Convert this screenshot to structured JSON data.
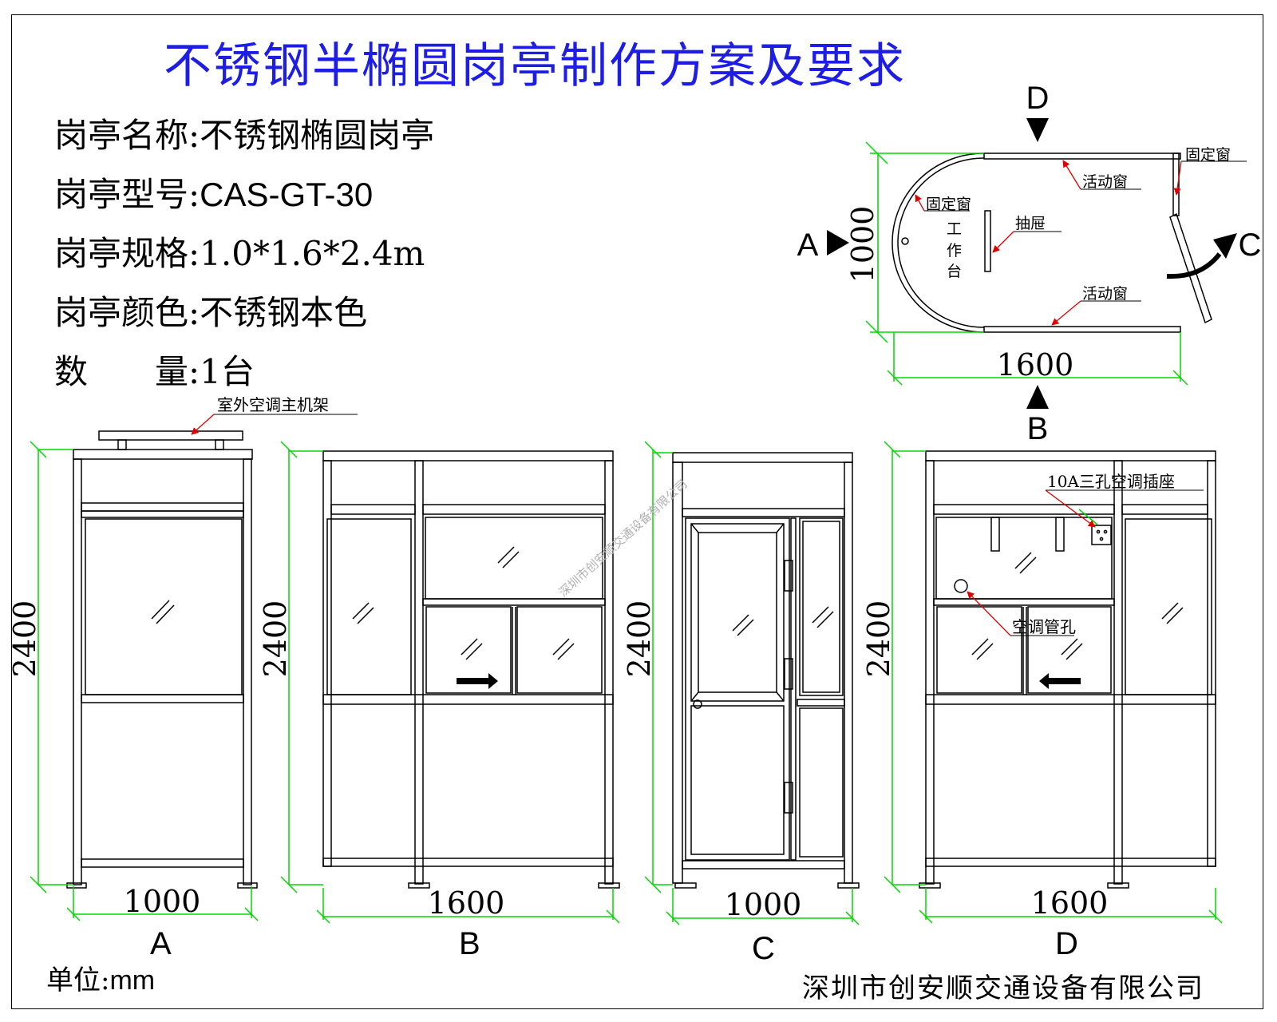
{
  "title": "不锈钢半椭圆岗亭制作方案及要求",
  "specs": [
    {
      "label": "岗亭名称:",
      "value": "不锈钢椭圆岗亭"
    },
    {
      "label": "岗亭型号:",
      "value": "CAS-GT-30"
    },
    {
      "label": "岗亭规格:",
      "value": "1.0*1.6*2.4m"
    },
    {
      "label": "岗亭颜色:",
      "value": "不锈钢本色"
    },
    {
      "label": "数　　量:",
      "value": "1台"
    }
  ],
  "plan": {
    "view_markers": {
      "top": "D",
      "bottom": "B",
      "left": "A",
      "right": "C"
    },
    "dim_width": "1600",
    "dim_depth": "1000",
    "labels": {
      "fixed_window_left": "固定窗",
      "fixed_window_right": "固定窗",
      "sliding_window_top": "活动窗",
      "sliding_window_bottom": "活动窗",
      "drawer": "抽屉",
      "workbench_1": "工",
      "workbench_2": "作",
      "workbench_3": "台"
    }
  },
  "elevations": {
    "A": {
      "height": "2400",
      "width": "1000",
      "view": "A",
      "ac_rack_label": "室外空调主机架"
    },
    "B": {
      "height": "2400",
      "width": "1600",
      "view": "B"
    },
    "C": {
      "height": "2400",
      "width": "1000",
      "view": "C"
    },
    "D": {
      "height": "2400",
      "width": "1600",
      "view": "D",
      "socket_label": "10A三孔空调插座",
      "pipe_hole_label": "空调管孔"
    }
  },
  "watermark": "深圳市创安顺交通设备有限公司",
  "unit_label": "单位:",
  "unit_value": "mm",
  "company": "深圳市创安顺交通设备有限公司",
  "colors": {
    "title": "#1d1de6",
    "dimension": "#00d800",
    "leader": "#e00000"
  }
}
